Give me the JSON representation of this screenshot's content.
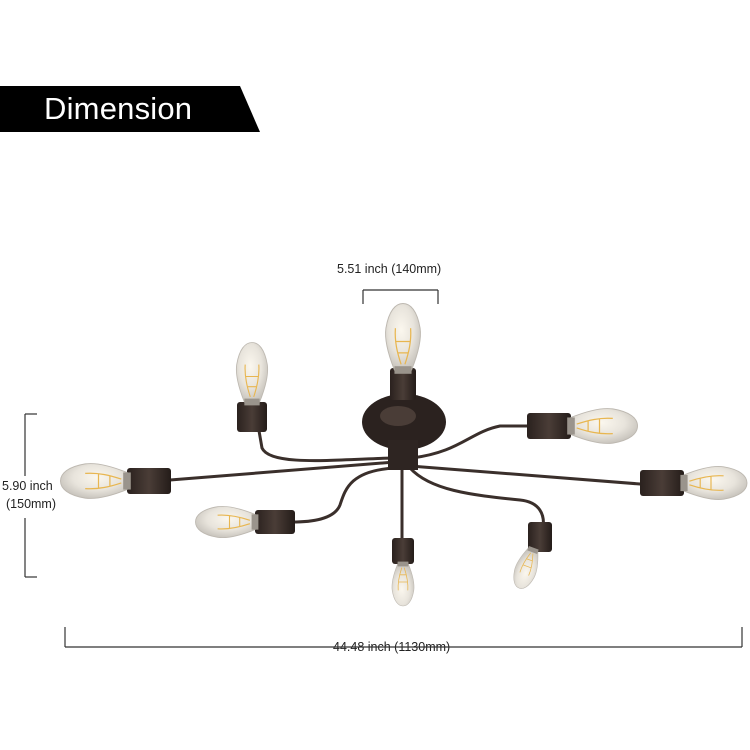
{
  "banner": {
    "title": "Dimension"
  },
  "dimensions": {
    "canopy_width": "5.51 inch (140mm)",
    "height_inch": "5.90 inch",
    "height_mm": "(150mm)",
    "total_width": "44.48 inch (1130mm)"
  },
  "colors": {
    "banner_bg": "#000000",
    "banner_text": "#ffffff",
    "metal": "#3a2f2b",
    "bulb_glass": "#e9e6df",
    "filament": "#f2c46a"
  },
  "product": {
    "arms": 8,
    "bulbs": 8
  }
}
